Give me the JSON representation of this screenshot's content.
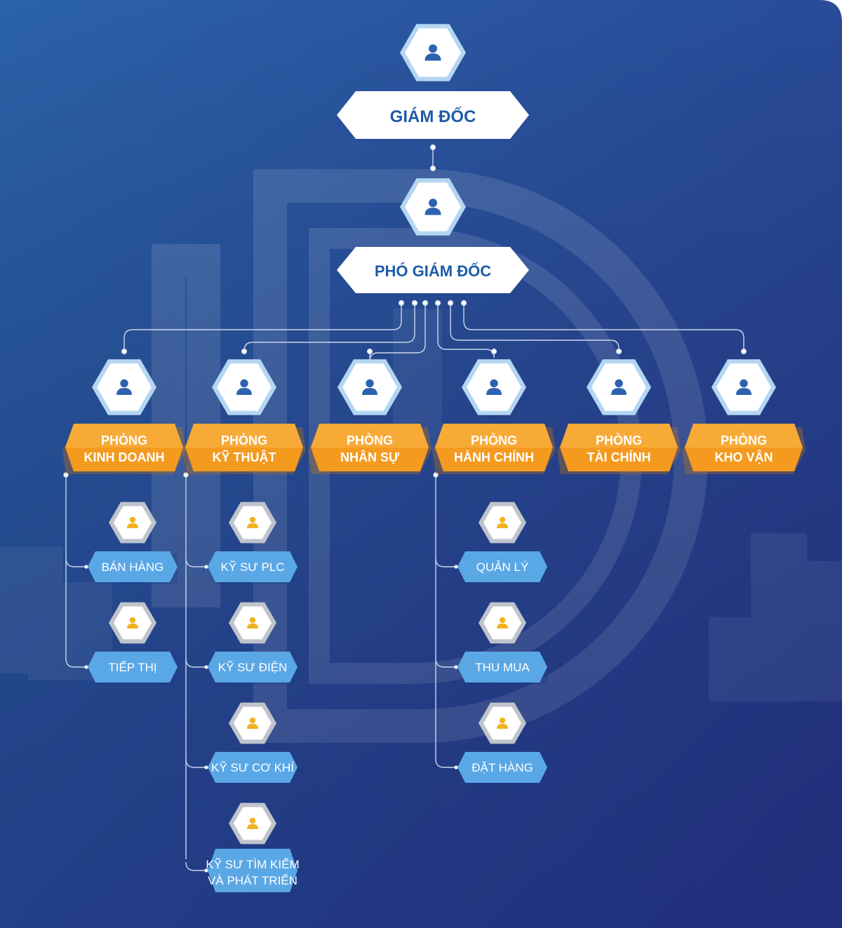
{
  "colors": {
    "bg_top": "#2a5aa2",
    "bg_bottom": "#27348b",
    "primary_text": "#1f5ba8",
    "white": "#ffffff",
    "orange_light": "#fbb84a",
    "orange_dark": "#f39a1f",
    "role_blue": "#5aa7e6",
    "hex_ring_blue": "#b4d6f2",
    "hex_ring_grey": "#bfc4cc",
    "person_blue": "#2e62b0",
    "person_gold": "#f0b320",
    "wire": "#c9d7ea"
  },
  "icons": {
    "leader": "person-icon",
    "staff": "person-icon"
  },
  "director": {
    "label": "GIÁM ĐỐC"
  },
  "vice_director": {
    "label": "PHÓ GIÁM ĐỐC"
  },
  "departments": [
    {
      "line1": "PHÒNG",
      "line2": "KINH DOANH",
      "roles": [
        "BÁN HÀNG",
        "TIẾP THỊ"
      ]
    },
    {
      "line1": "PHÒNG",
      "line2": "KỸ THUẬT",
      "roles": [
        "KỸ SƯ PLC",
        "KỸ SƯ ĐIỆN",
        "KỸ SƯ CƠ KHÍ",
        "KỸ SƯ TÌM KIẾM|VÀ PHÁT TRIỂN"
      ]
    },
    {
      "line1": "PHÒNG",
      "line2": "NHÂN SỰ",
      "roles": []
    },
    {
      "line1": "PHÒNG",
      "line2": "HÀNH CHÍNH",
      "roles": [
        "QUẢN LÝ",
        "THU MUA",
        "ĐẶT HÀNG"
      ]
    },
    {
      "line1": "PHÒNG",
      "line2": "TÀI CHÍNH",
      "roles": []
    },
    {
      "line1": "PHÒNG",
      "line2": "KHO VẬN",
      "roles": []
    }
  ]
}
